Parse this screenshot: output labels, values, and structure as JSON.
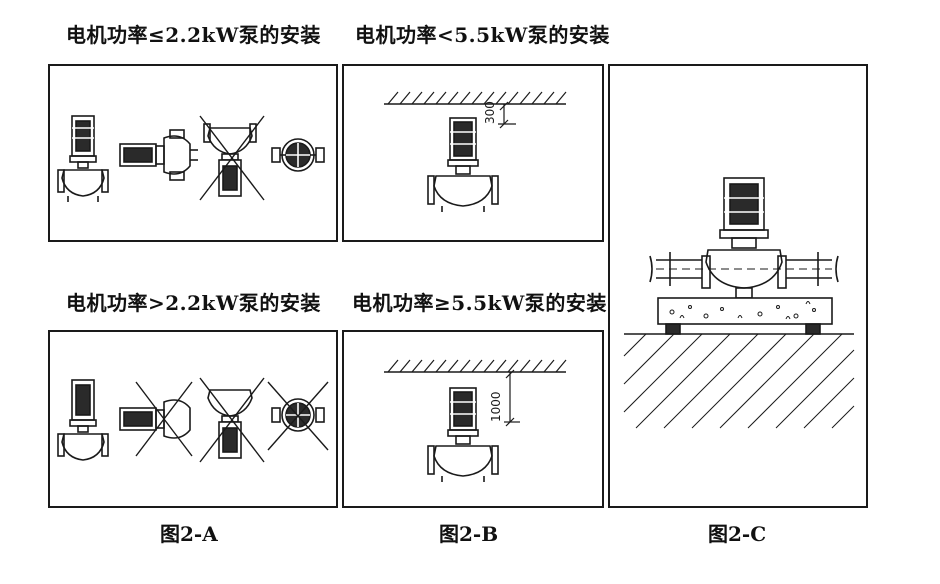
{
  "captions": {
    "a_top": "电机功率≤2.2kW泵的安装",
    "b_top": "电机功率<5.5kW泵的安装",
    "a_bottom": "电机功率>2.2kW泵的安装",
    "b_bottom": "电机功率≥5.5kW泵的安装"
  },
  "dimensions": {
    "b_top": "300",
    "b_bottom": "1000"
  },
  "figure_labels": {
    "a": "图2-A",
    "b": "图2-B",
    "c": "图2-C"
  },
  "colors": {
    "stroke": "#1a1a1a",
    "fill_dark": "#2a2a2a",
    "background": "#ffffff"
  },
  "icons": {
    "vertical_pump": "vertical-pump-icon",
    "horizontal_pump": "horizontal-pump-icon",
    "inverted_pump": "inverted-pump-icon",
    "top_view_pump": "top-view-pump-icon",
    "forbidden_mark": "cross-mark-icon",
    "ceiling": "ceiling-hatch-icon",
    "foundation": "foundation-icon"
  }
}
